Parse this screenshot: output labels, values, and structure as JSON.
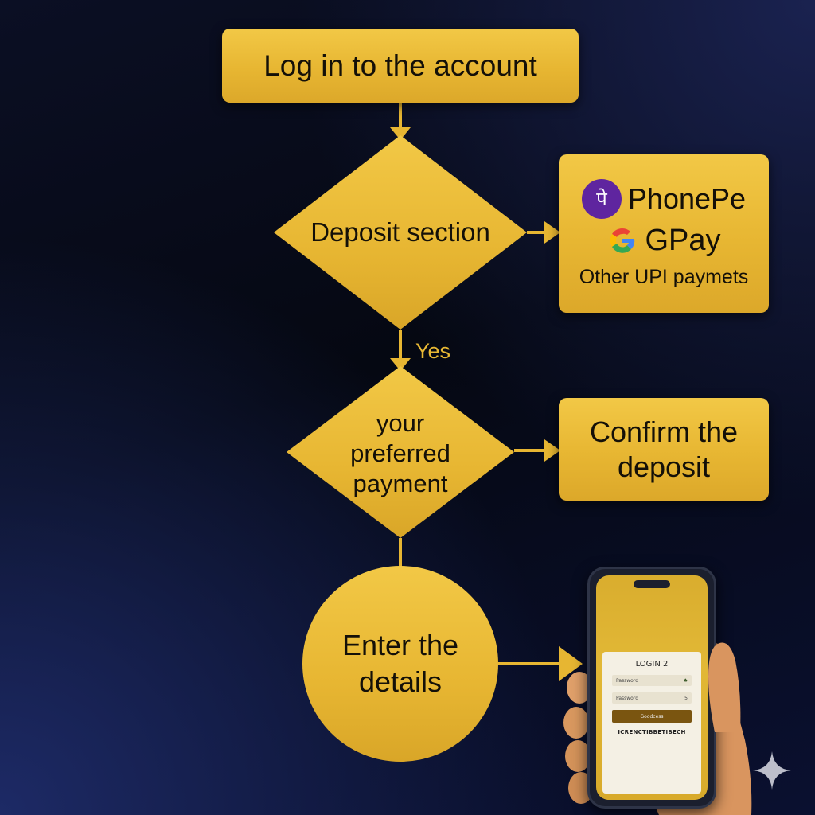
{
  "nodes": {
    "login": "Log in to the account",
    "deposit": "Deposit section",
    "preferred_line1": "your",
    "preferred_line2": "preferred",
    "preferred_line3": "payment",
    "confirm_line1": "Confirm the",
    "confirm_line2": "deposit",
    "details_line1": "Enter the",
    "details_line2": "details"
  },
  "edge_labels": {
    "yes": "Yes"
  },
  "payments": {
    "phonepe": "PhonePe",
    "phonepe_glyph": "पे",
    "gpay": "GPay",
    "other": "Other UPI paymets"
  },
  "phone_screen": {
    "title": "LOGIN 2",
    "field1": "Password",
    "field1_icon": "♣",
    "field2": "Password",
    "field2_value": "5",
    "button": "Goodcess",
    "footer": "ICRENCTIBBETIBECH"
  },
  "colors": {
    "node_gold": "#e9b934",
    "arrow_gold": "#e7b632",
    "phonepe_purple": "#5f259f",
    "background": "#060a1a"
  },
  "icons": [
    "phonepe-icon",
    "google-g-icon",
    "sparkle-icon"
  ]
}
